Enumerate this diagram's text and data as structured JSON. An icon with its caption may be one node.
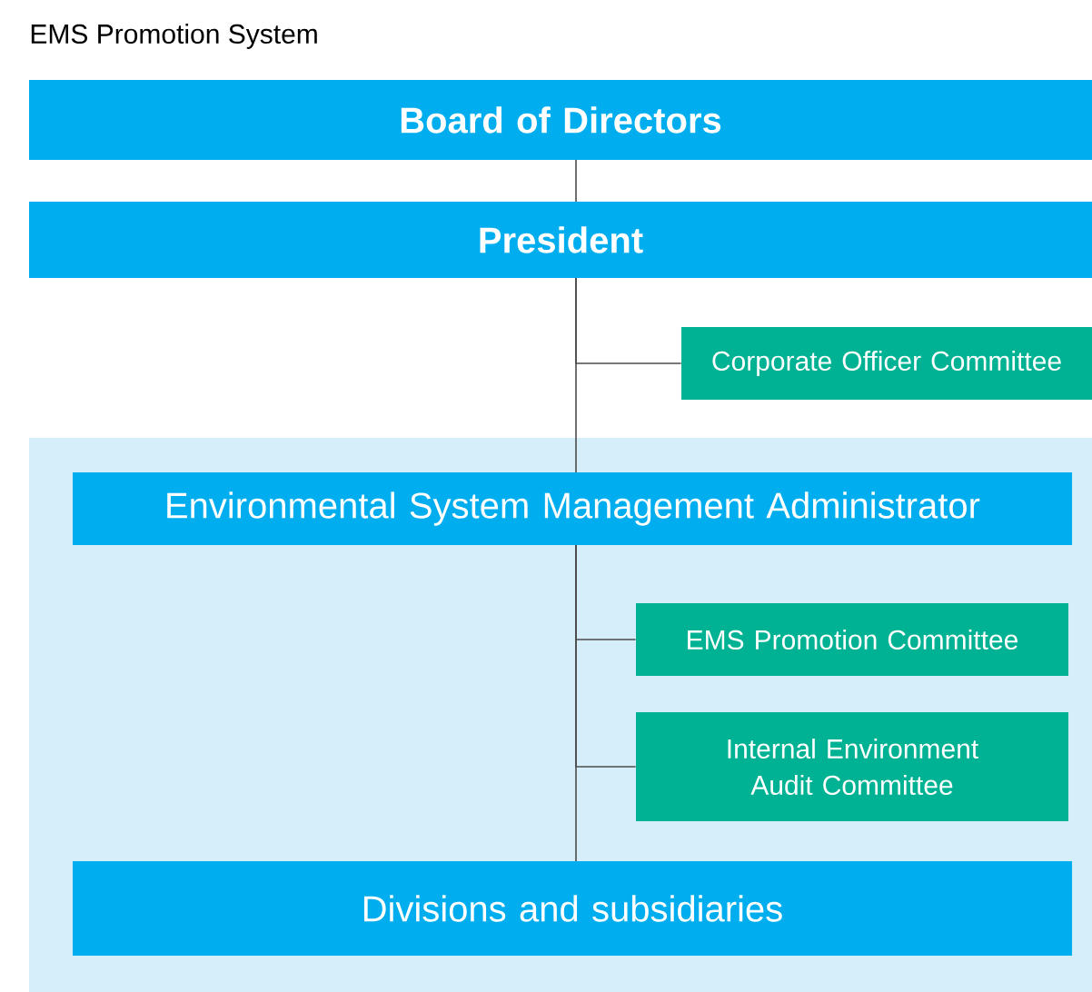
{
  "diagram": {
    "title": "EMS Promotion System",
    "nodes": [
      {
        "text": [
          "Board of Directors"
        ]
      },
      {
        "text": [
          "President"
        ]
      },
      {
        "text": [
          "Corporate Officer Committee"
        ]
      },
      {
        "text": [],
        "shape": "box"
      },
      {
        "text": [
          "Environmental System Management Administrator"
        ],
        "in": 3
      },
      {
        "text": [
          "EMS Promotion Committee"
        ],
        "in": 3
      },
      {
        "text": [
          "Internal Environment Audit Committee"
        ],
        "in": 3
      },
      {
        "text": [
          "Divisions and subsidiaries"
        ],
        "in": 3
      }
    ],
    "edges": [
      {
        "from": 0,
        "to": 1,
        "arrow": "none"
      },
      {
        "from": 1,
        "to": 4,
        "arrow": "none"
      },
      {
        "from": 1,
        "to": 2,
        "arrow": "none"
      },
      {
        "from": 4,
        "to": 7,
        "arrow": "none"
      },
      {
        "from": 4,
        "to": 5,
        "arrow": "none"
      },
      {
        "from": 4,
        "to": 6,
        "arrow": "none"
      }
    ]
  }
}
